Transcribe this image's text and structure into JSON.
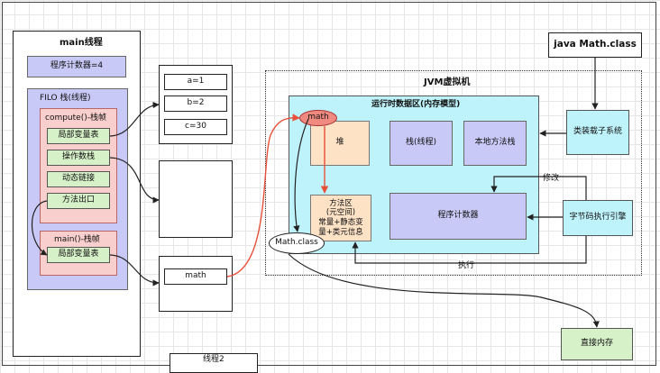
{
  "main_thread": {
    "title": "main线程",
    "pc_register": "程序计数器=4",
    "stack_label": "FILO 栈(线程)",
    "compute_frame": {
      "title": "compute()-栈帧",
      "items": [
        "局部变量表",
        "操作数栈",
        "动态链接",
        "方法出口"
      ]
    },
    "main_frame": {
      "title": "main()-栈帧",
      "items": [
        "局部变量表"
      ]
    }
  },
  "locals": [
    "a=1",
    "b=2",
    "c=30"
  ],
  "main_local": "math",
  "thread2_label": "线程2",
  "jvm": {
    "title": "JVM虚拟机",
    "runtime_area_title": "运行时数据区(内存模型)",
    "heap": "堆",
    "math_object": "math",
    "stack": "栈(线程)",
    "native_stack": "本地方法栈",
    "method_area": "方法区\n(元空间)\n常量+静态变\n量+类元信息",
    "pc": "程序计数器",
    "math_class": "Math.class"
  },
  "class_file": "java Math.class",
  "class_loader": "类装载子系统",
  "exec_engine": "字节码执行引擎",
  "label_modify": "修改",
  "label_execute": "执行",
  "direct_memory": "直接内存",
  "colors": {
    "stack_purple": "#c9c9f7",
    "frame_pink": "#f8cfcd",
    "item_green": "#d6f0c8",
    "runtime_cyan": "#bff3fb",
    "heap_peach": "#fde2c6",
    "math_red": "#f08a80",
    "arrow_red": "#e8503a"
  }
}
